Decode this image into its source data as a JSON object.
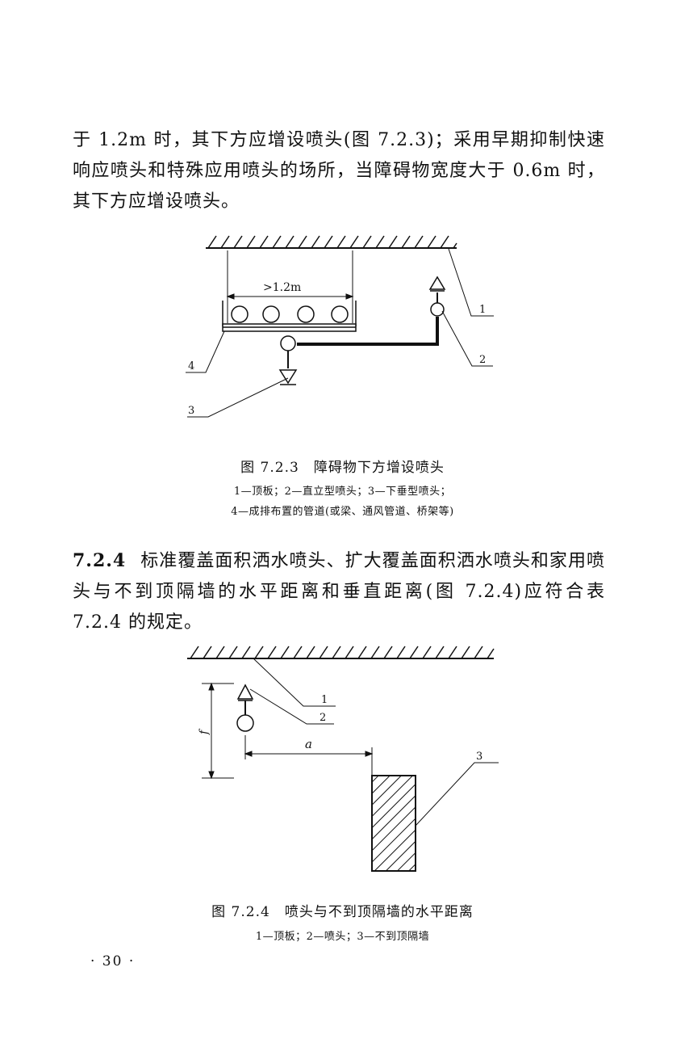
{
  "paragraphs": {
    "p1": "于 1.2m 时，其下方应增设喷头(图 7.2.3)；采用早期抑制快速响应喷头和特殊应用喷头的场所，当障碍物宽度大于 0.6m 时，其下方应增设喷头。",
    "p2_number": "7.2.4",
    "p2": "标准覆盖面积洒水喷头、扩大覆盖面积洒水喷头和家用喷头与不到顶隔墙的水平距离和垂直距离(图 7.2.4)应符合表 7.2.4 的规定。"
  },
  "figure1": {
    "dimension_label": ">1.2m",
    "labels": [
      "1",
      "2",
      "3",
      "4"
    ],
    "caption": "图 7.2.3　障碍物下方增设喷头",
    "legend_line1": "1—顶板；2—直立型喷头；3—下垂型喷头；",
    "legend_line2": "4—成排布置的管道(或梁、通风管道、桥架等)"
  },
  "figure2": {
    "dim_horizontal": "a",
    "dim_vertical": "f",
    "labels": [
      "1",
      "2",
      "3"
    ],
    "caption": "图 7.2.4　喷头与不到顶隔墙的水平距离",
    "legend": "1—顶板；2—喷头；3—不到顶隔墙"
  },
  "page_number": "· 30 ·"
}
